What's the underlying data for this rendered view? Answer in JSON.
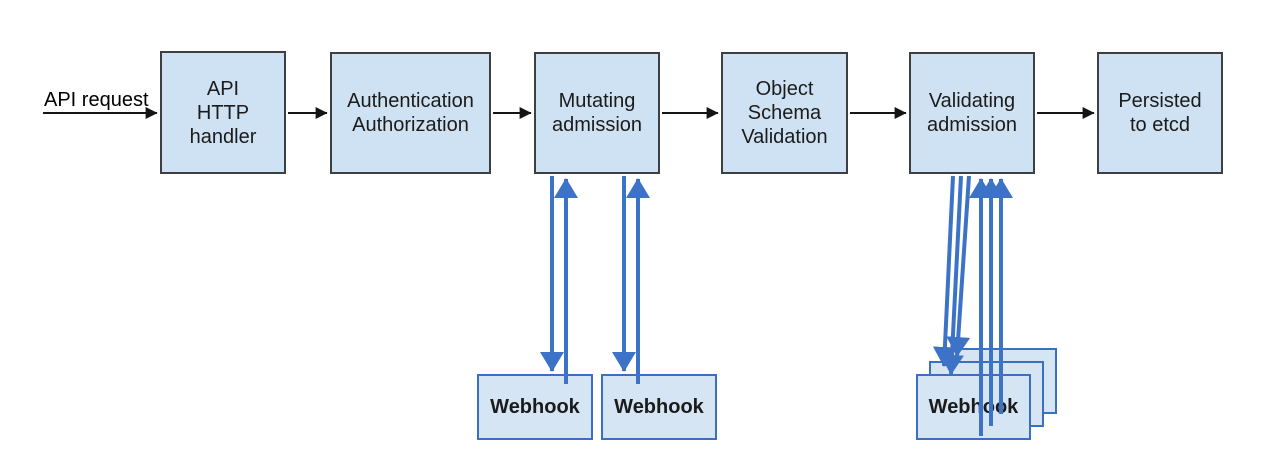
{
  "diagram": {
    "name": "kubernetes-admission-control-flow",
    "input_label": "API request",
    "nodes": [
      {
        "id": "api-http-handler",
        "label": "API\nHTTP\nhandler"
      },
      {
        "id": "authentication-authorization",
        "label": "Authentication\nAuthorization"
      },
      {
        "id": "mutating-admission",
        "label": "Mutating\nadmission"
      },
      {
        "id": "object-schema-validation",
        "label": "Object\nSchema\nValidation"
      },
      {
        "id": "validating-admission",
        "label": "Validating\nadmission"
      },
      {
        "id": "persisted-to-etcd",
        "label": "Persisted\nto etcd"
      }
    ],
    "webhooks": {
      "mutating": [
        {
          "label": "Webhook"
        },
        {
          "label": "Webhook"
        }
      ],
      "validating": {
        "label": "Webhook",
        "stacked_copies": 3
      }
    },
    "colors": {
      "node_fill": "#cfe2f3",
      "node_border": "#3d4043",
      "webhook_fill": "#d5e5f4",
      "webhook_border": "#3a6fc4",
      "flow_arrow": "#141414",
      "webhook_arrow": "#3d73c6",
      "text": "#1b1b1b",
      "background": "#ffffff"
    }
  }
}
